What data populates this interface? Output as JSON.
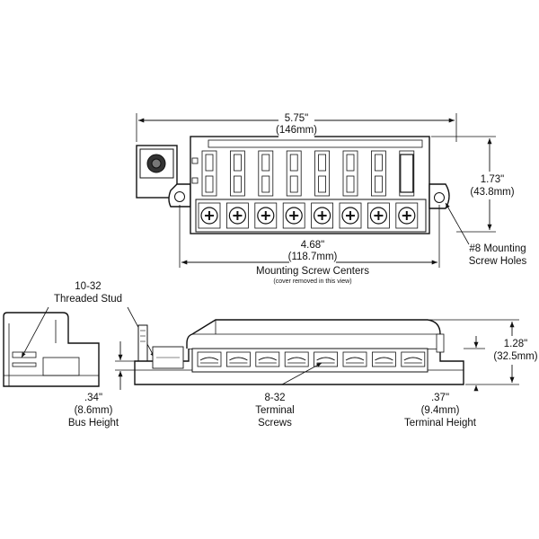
{
  "dimensions": {
    "overall_width": {
      "inch": "5.75\"",
      "mm": "(146mm)"
    },
    "height_top": {
      "inch": "1.73\"",
      "mm": "(43.8mm)"
    },
    "mount_centers": {
      "inch": "4.68\"",
      "mm": "(118.7mm)",
      "label": "Mounting Screw Centers",
      "note": "(cover removed in this view)"
    },
    "mount_holes": {
      "line1": "#8 Mounting",
      "line2": "Screw Holes"
    },
    "stud": {
      "line1": "10-32",
      "line2": "Threaded Stud"
    },
    "overall_height": {
      "inch": "1.28\"",
      "mm": "(32.5mm)"
    },
    "bus_height": {
      "inch": ".34\"",
      "mm": "(8.6mm)",
      "label": "Bus Height"
    },
    "terminal_screws": {
      "line1": "8-32",
      "line2": "Terminal",
      "line3": "Screws"
    },
    "terminal_height": {
      "inch": ".37\"",
      "mm": "(9.4mm)",
      "label": "Terminal Height"
    }
  },
  "fuse_count": 8,
  "colors": {
    "line": "#111111",
    "background": "#ffffff"
  }
}
